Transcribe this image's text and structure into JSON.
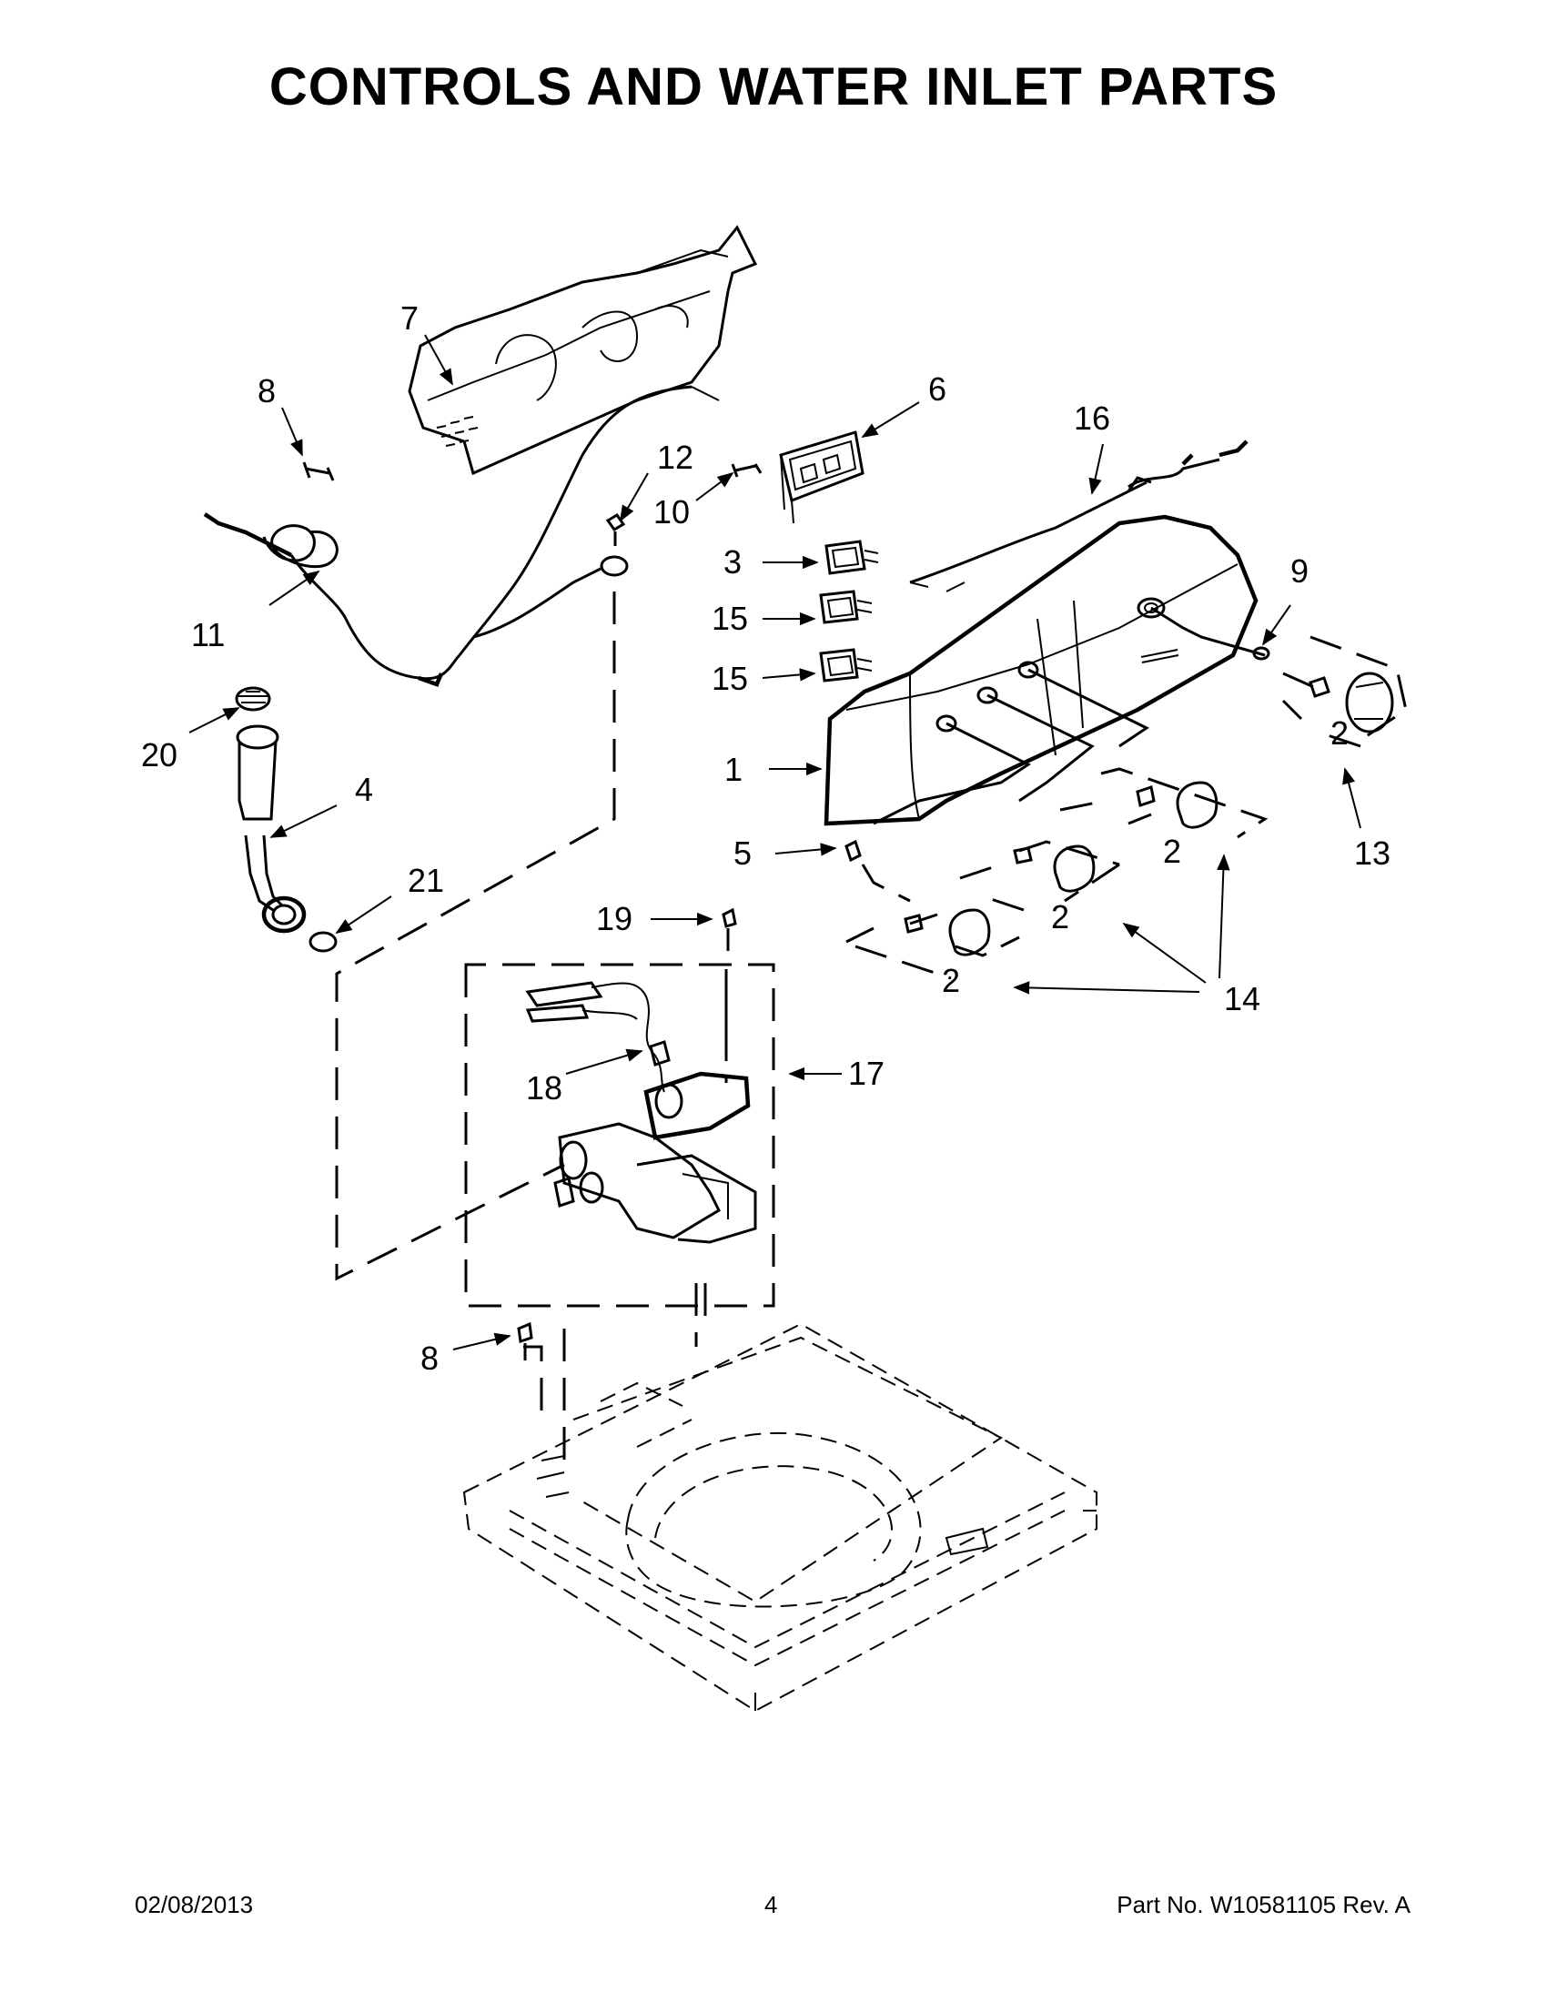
{
  "title": "CONTROLS AND WATER INLET PARTS",
  "callouts": {
    "c1": "1",
    "c2a": "2",
    "c2b": "2",
    "c2c": "2",
    "c2d": "2",
    "c3": "3",
    "c4": "4",
    "c5": "5",
    "c6": "6",
    "c7": "7",
    "c8a": "8",
    "c8b": "8",
    "c9": "9",
    "c10": "10",
    "c11": "11",
    "c12": "12",
    "c13": "13",
    "c14": "14",
    "c15a": "15",
    "c15b": "15",
    "c16": "16",
    "c17": "17",
    "c18": "18",
    "c19": "19",
    "c20": "20",
    "c21": "21"
  },
  "footer": {
    "date": "02/08/2013",
    "page": "4",
    "part": "Part No.  W10581105  Rev.  A"
  }
}
